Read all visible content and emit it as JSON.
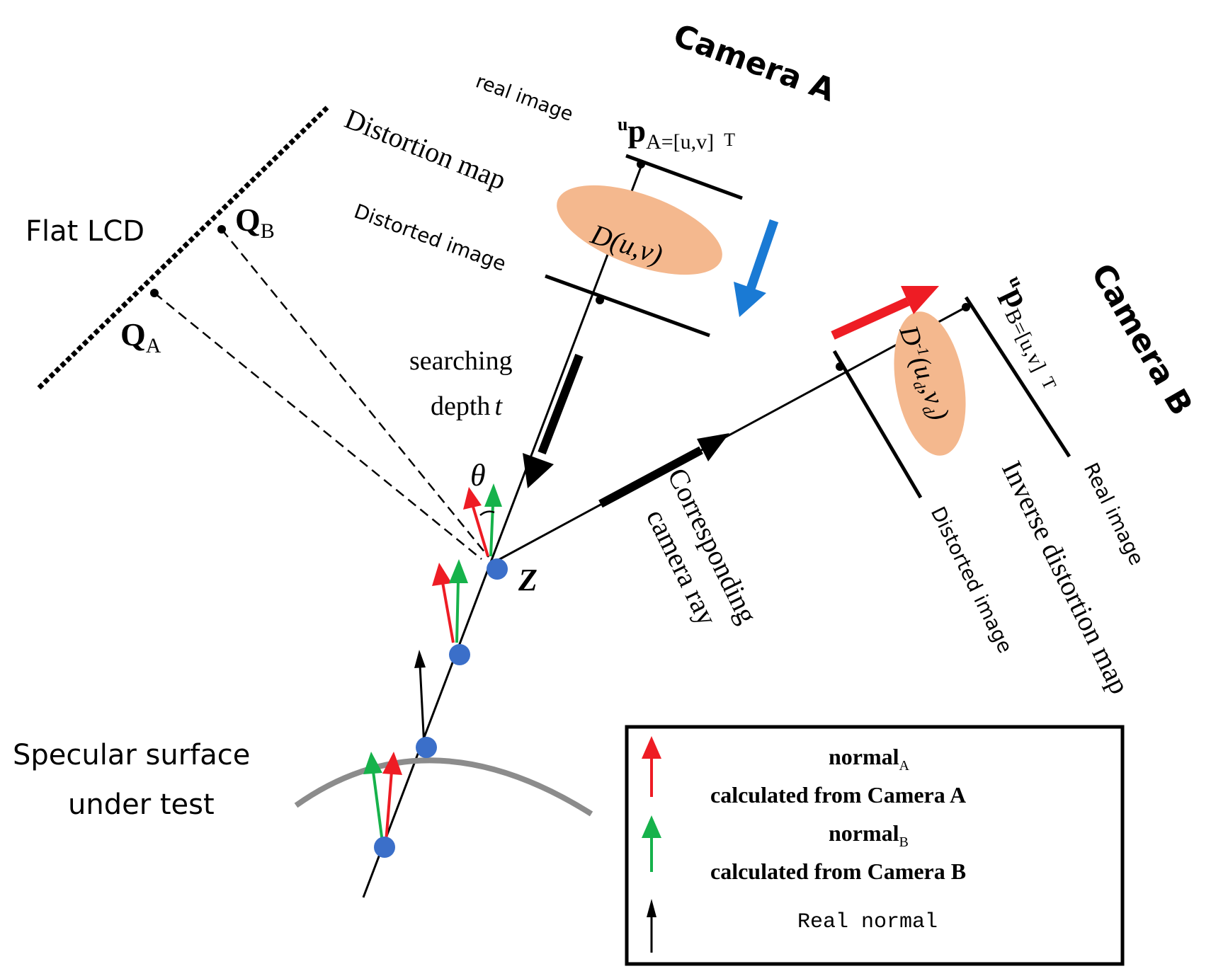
{
  "labels": {
    "camera_a": "Camera A",
    "camera_b": "Camera B",
    "flat_lcd": "Flat LCD",
    "q_a": "Q",
    "q_a_sub": "A",
    "q_b": "Q",
    "q_b_sub": "B",
    "distortion_map": "Distortion map",
    "real_image_a": "real image",
    "distorted_image_a": "Distorted image",
    "d_uv": "D(u,v)",
    "pa_main": "p",
    "pa_pre": "u",
    "pa_rest": "A=[u,v]",
    "pa_t": "T",
    "searching_1": "searching",
    "searching_2": "depth",
    "searching_t": "t",
    "theta": "θ",
    "z": "Z",
    "corresponding_1": "Corresponding",
    "corresponding_2": "camera ray",
    "pb_main": "p",
    "pb_pre": "u",
    "pb_rest": "B=[u,v]",
    "pb_t": "T",
    "d_inv_d": "D",
    "d_inv_exp": "-1",
    "d_inv_args": "(u",
    "d_inv_sub1": "d",
    "d_inv_comma": ",v",
    "d_inv_sub2": "d",
    "d_inv_close": ")",
    "real_image_b": "Real image",
    "distorted_image_b": "Distorted image",
    "inverse_map": "Inverse distortion map",
    "specular_1": "Specular surface",
    "specular_2": "under test"
  },
  "legend": {
    "normal_a": "normal",
    "normal_a_sub": "A",
    "calc_a": "calculated from Camera A",
    "normal_b": "normal",
    "normal_b_sub": "B",
    "calc_b": "calculated from Camera B",
    "real_normal": "Real normal"
  },
  "colors": {
    "red": "#ee1c24",
    "green": "#16b24b",
    "blue_arrow": "#1a7ad4",
    "lens": "#f4b88e",
    "dot": "#3b6fc9",
    "surface": "#8c8c8c"
  }
}
